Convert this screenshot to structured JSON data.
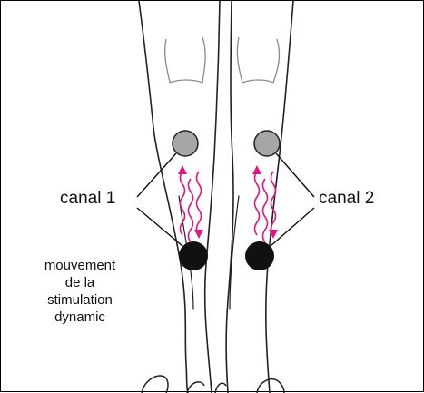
{
  "labels": {
    "channel_left": "canal 1",
    "channel_right": "canal 2",
    "caption": [
      "mouvement",
      "de la",
      "stimulation",
      "dynamic"
    ]
  },
  "colors": {
    "outline": "#222222",
    "light_outline": "#8a8a8a",
    "electrode_grey": "#a6a6a6",
    "electrode_black": "#111111",
    "arrow": "#e0157f"
  },
  "icons": {
    "top_electrode": "grey-electrode-icon",
    "bottom_electrode": "black-electrode-icon",
    "wave": "wavy-double-arrow-icon"
  }
}
